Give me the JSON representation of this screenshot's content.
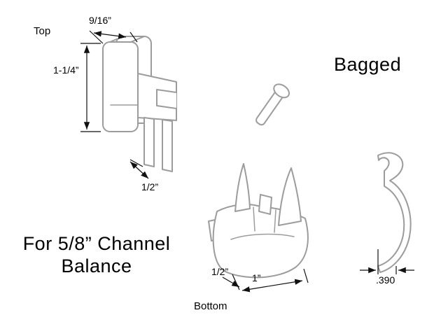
{
  "labels": {
    "top": "Top",
    "bagged": "Bagged",
    "bottom": "Bottom",
    "channel_line1": "For 5/8” Channel",
    "channel_line2": "Balance"
  },
  "dimensions": {
    "shoe_top_width": "9/16”",
    "shoe_height": "1-1/4”",
    "shoe_prong_depth": "1/2”",
    "bottom_view_offset": "1/2”",
    "bottom_view_width": "1”",
    "clip_gap": ".390"
  },
  "colors": {
    "artwork_line": "#9c9c9c",
    "dimension_line": "#111111",
    "text": "#000000",
    "background": "#ffffff"
  }
}
